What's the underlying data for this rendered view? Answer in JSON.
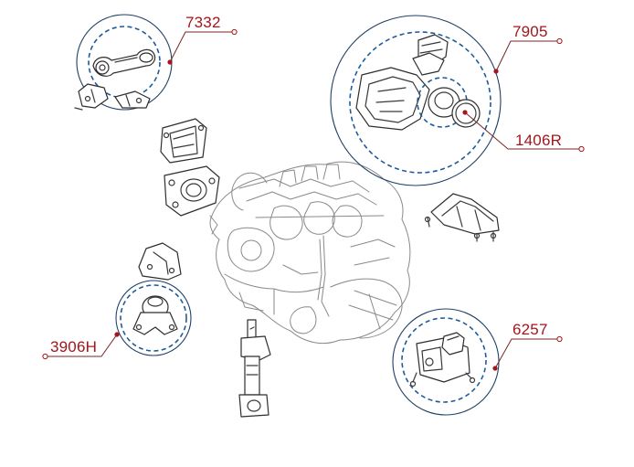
{
  "callouts": [
    {
      "id": "7332",
      "label": "7332"
    },
    {
      "id": "7905",
      "label": "7905"
    },
    {
      "id": "1406r",
      "label": "1406R"
    },
    {
      "id": "3906h",
      "label": "3906H"
    },
    {
      "id": "6257",
      "label": "6257"
    }
  ],
  "colors": {
    "label": "#a4161a",
    "dashed_ring": "#1f5b99",
    "outer_ring": "#1f3f66",
    "line_art": "#3a3a3a"
  }
}
